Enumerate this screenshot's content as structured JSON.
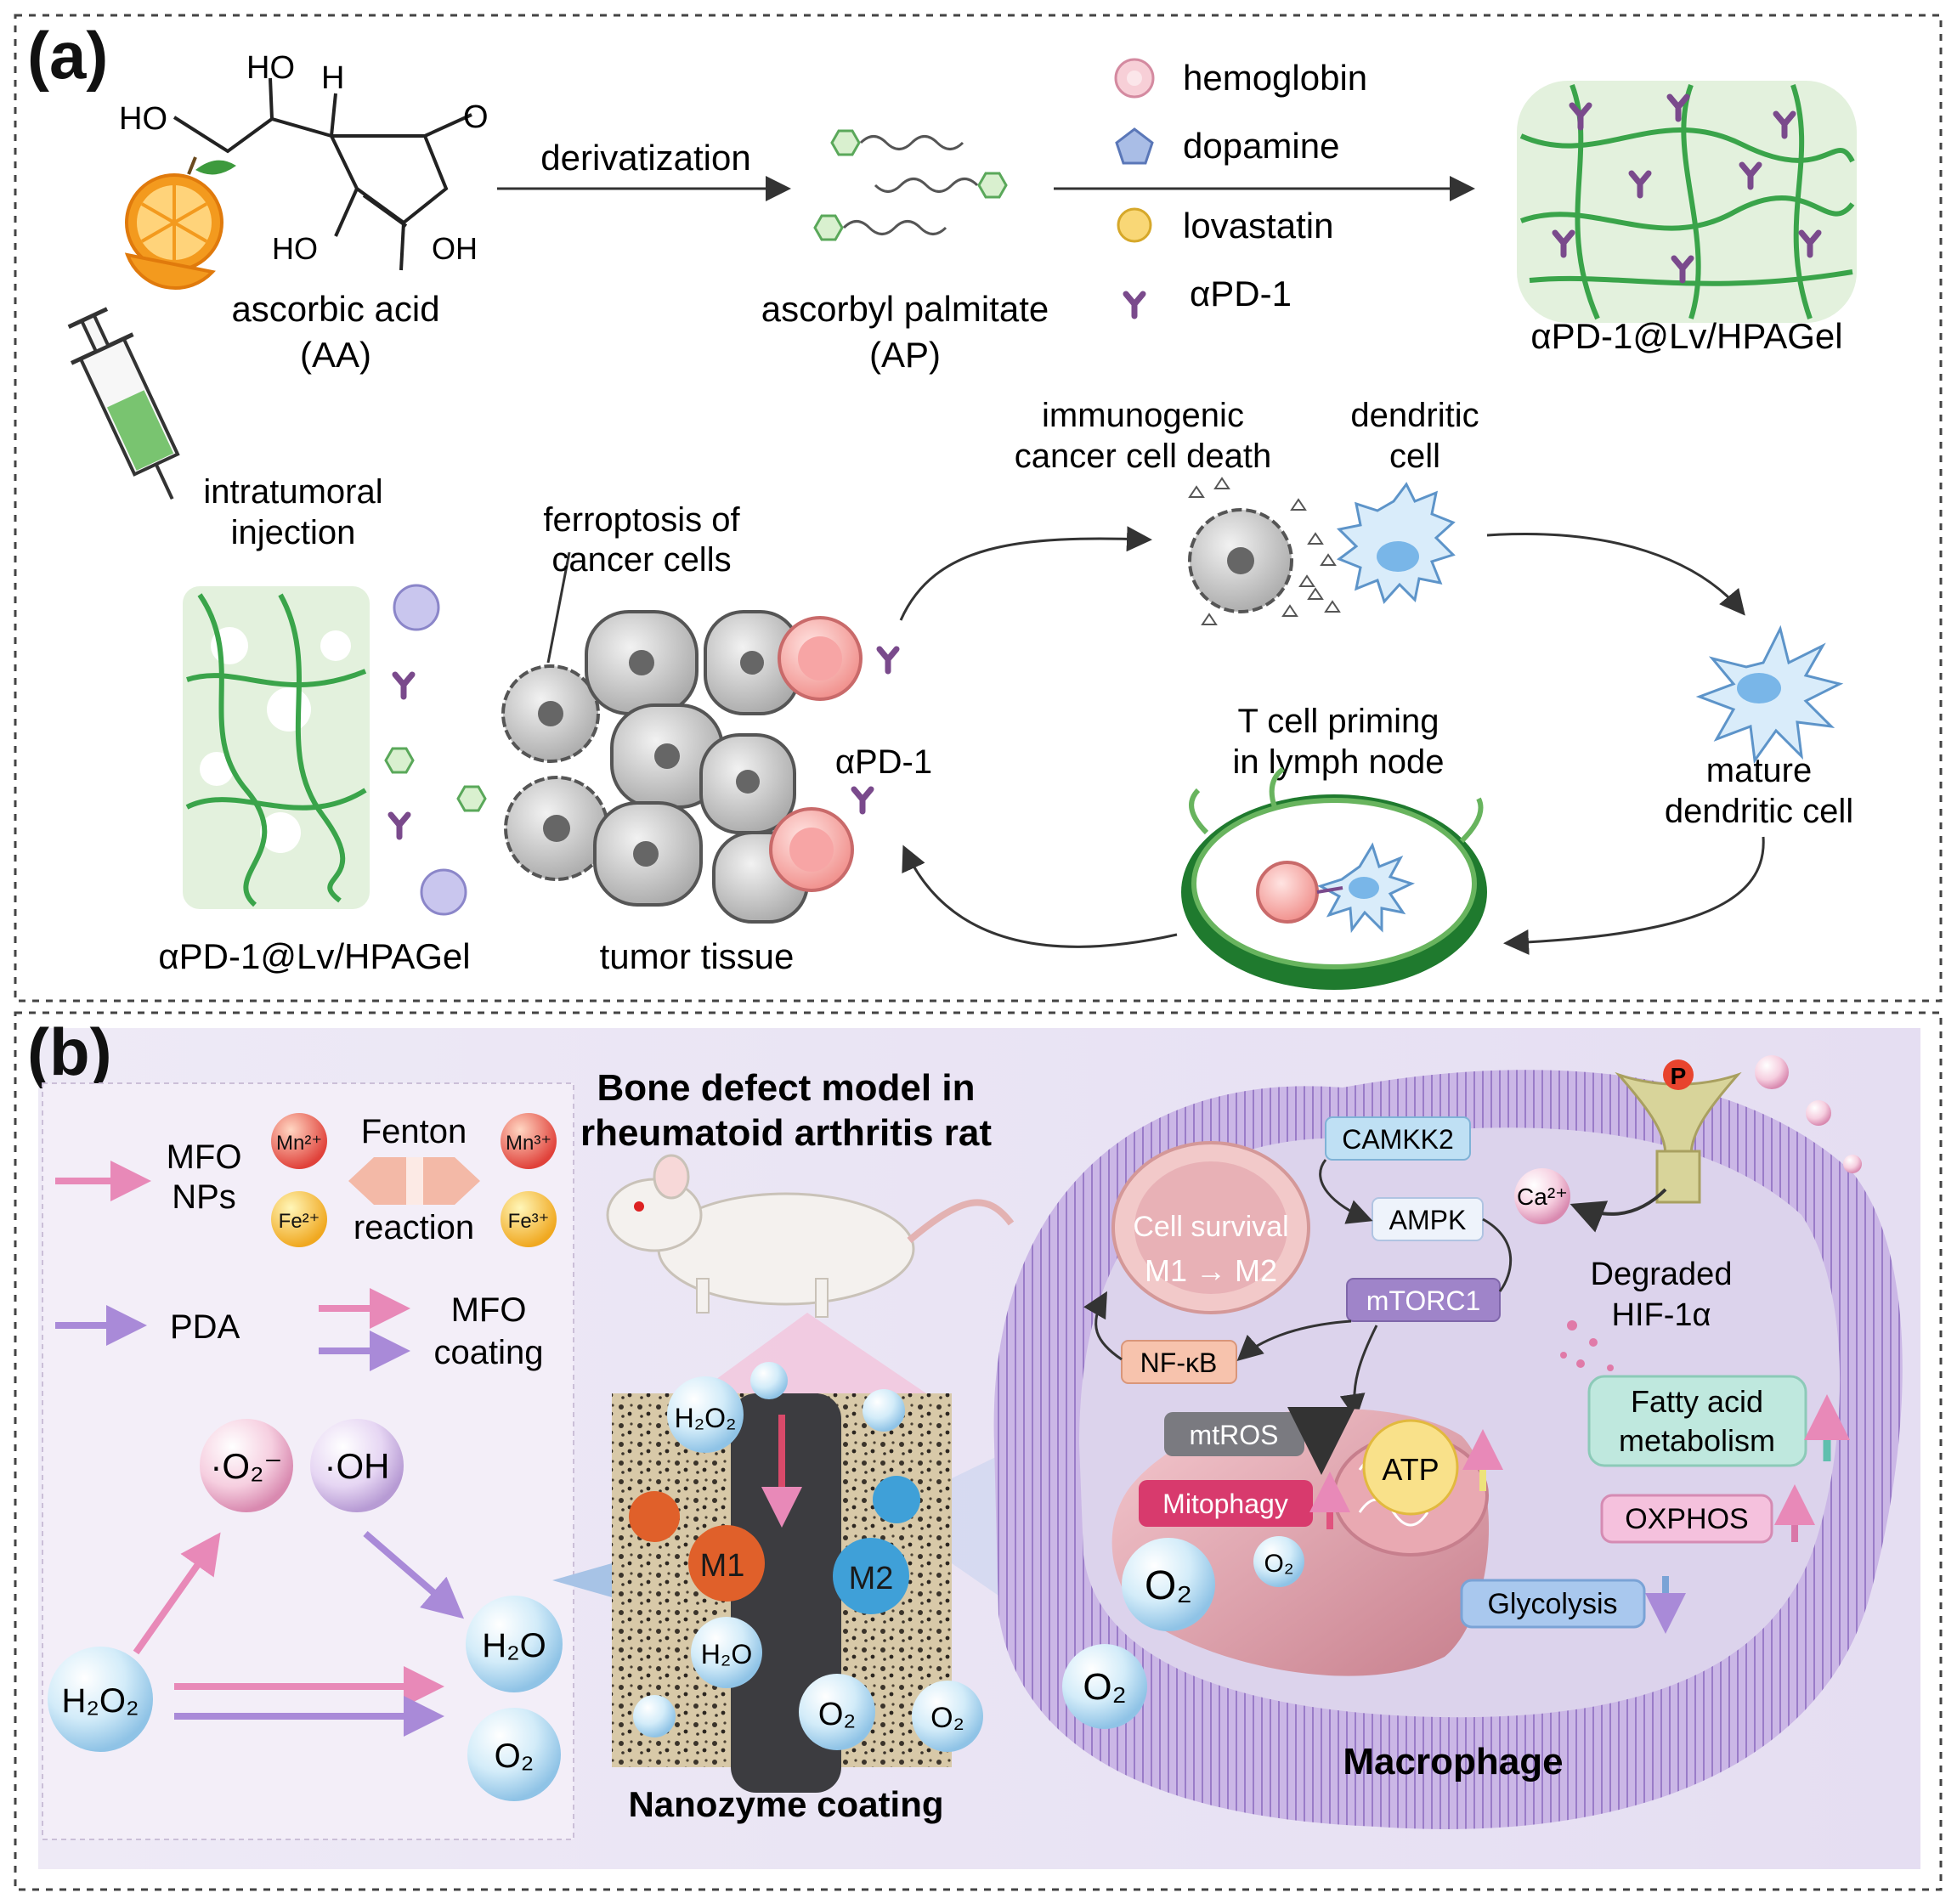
{
  "panel_a": {
    "label": "(a)",
    "ascorbic_acid": {
      "name": "ascorbic acid",
      "abbr": "(AA)"
    },
    "chem": {
      "ho_top": "HO",
      "h": "H",
      "ho_left": "HO",
      "o_carbonyl": "O",
      "ho_bottom": "HO",
      "oh_bottom": "OH"
    },
    "arrow1_label": "derivatization",
    "ascorbyl_palmitate": {
      "name": "ascorbyl palmitate",
      "abbr": "(AP)"
    },
    "legend": [
      "hemoglobin",
      "dopamine",
      "lovastatin",
      "αPD-1"
    ],
    "gel_label_top": "αPD-1@Lv/HPAGel",
    "injection_label": [
      "intratumoral",
      "injection"
    ],
    "ferroptosis_label": [
      "ferroptosis of",
      "cancer cells"
    ],
    "apd1_label": "αPD-1",
    "icd_label": [
      "immunogenic",
      "cancer cell death"
    ],
    "dendritic_label": [
      "dendritic",
      "cell"
    ],
    "mature_label": [
      "mature",
      "dendritic cell"
    ],
    "tcell_label": [
      "T cell priming",
      "in lymph node"
    ],
    "gel_label_bottom": "αPD-1@Lv/HPAGel",
    "tumor_label": "tumor tissue"
  },
  "panel_b": {
    "label": "(b)",
    "mfo_label": [
      "MFO",
      "NPs"
    ],
    "ions": [
      "Mn²⁺",
      "Mn³⁺",
      "Fe²⁺",
      "Fe³⁺"
    ],
    "fenton": [
      "Fenton",
      "reaction"
    ],
    "pda_label": "PDA",
    "coating_label": [
      "MFO",
      "coating"
    ],
    "species": [
      "·O₂⁻",
      "·OH",
      "H₂O₂",
      "H₂O",
      "O₂"
    ],
    "model_title": [
      "Bone defect model in",
      "rheumatoid arthritis rat"
    ],
    "coating_bubbles": [
      "H₂O₂",
      "M1",
      "M2",
      "H₂O",
      "O₂",
      "O₂"
    ],
    "nanozyme_label": "Nanozyme coating",
    "pathway": [
      "CAMKK2",
      "AMPK",
      "mTORC1",
      "NF-κB",
      "mtROS",
      "Mitophagy",
      "ATP"
    ],
    "ca_label": "Ca²⁺",
    "p_label": "P",
    "degraded": [
      "Degraded",
      "HIF-1α"
    ],
    "nucleus_label": [
      "Cell survival",
      "M1 → M2"
    ],
    "fatty": [
      "Fatty acid",
      "metabolism"
    ],
    "oxphos": "OXPHOS",
    "glycolysis": "Glycolysis",
    "o2_inner": [
      "O₂",
      "O₂"
    ],
    "o2_outer": "O₂",
    "macrophage_label": "Macrophage"
  },
  "colors": {
    "green": "#3aa44a",
    "purple": "#7a4a8c",
    "pink_arrow": "#e889b8",
    "lilac_arrow": "#a98ad8",
    "bubble_blue": "#cfe8f7",
    "membrane": "#b8a0d8"
  }
}
